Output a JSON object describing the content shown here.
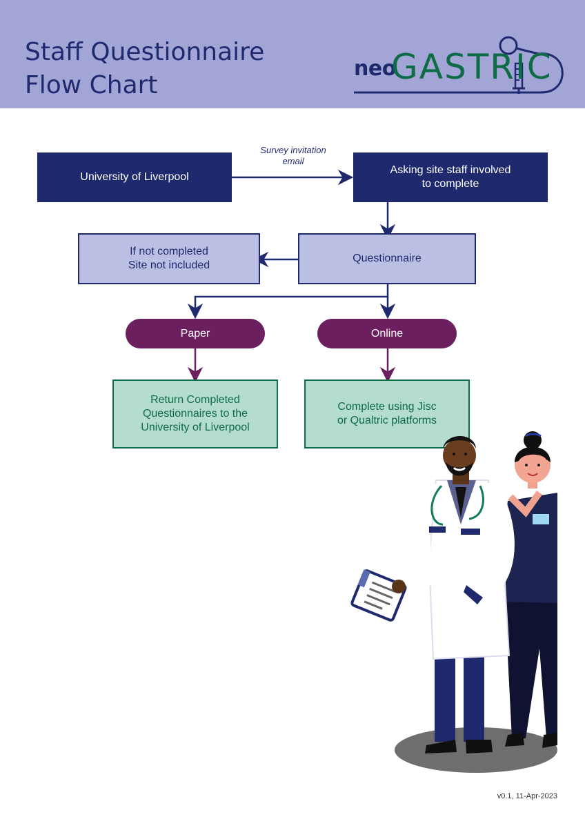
{
  "header": {
    "title_line1": "Staff Questionnaire",
    "title_line2": "Flow Chart",
    "logo_prefix": "neo",
    "logo_main": "GASTRIC"
  },
  "flow": {
    "uol": "University of Liverpool",
    "invitation_label": "Survey invitation email",
    "asking_line1": "Asking site staff involved",
    "asking_line2": "to complete",
    "questionnaire": "Questionnaire",
    "not_completed_line1": "If not completed",
    "not_completed_line2": "Site not included",
    "paper": "Paper",
    "online": "Online",
    "return_line1": "Return Completed",
    "return_line2": "Questionnaires to the",
    "return_line3": "University of Liverpool",
    "complete_line1": "Complete using Jisc",
    "complete_line2": "or Qualtric platforms"
  },
  "colors": {
    "navy": "#1f2a6e",
    "lavender": "#a3a5d6",
    "purple": "#6b1f5e",
    "green": "#0d6b46",
    "mint": "#b4dccf"
  },
  "footer": {
    "version": "v0.1, 11-Apr-2023"
  }
}
